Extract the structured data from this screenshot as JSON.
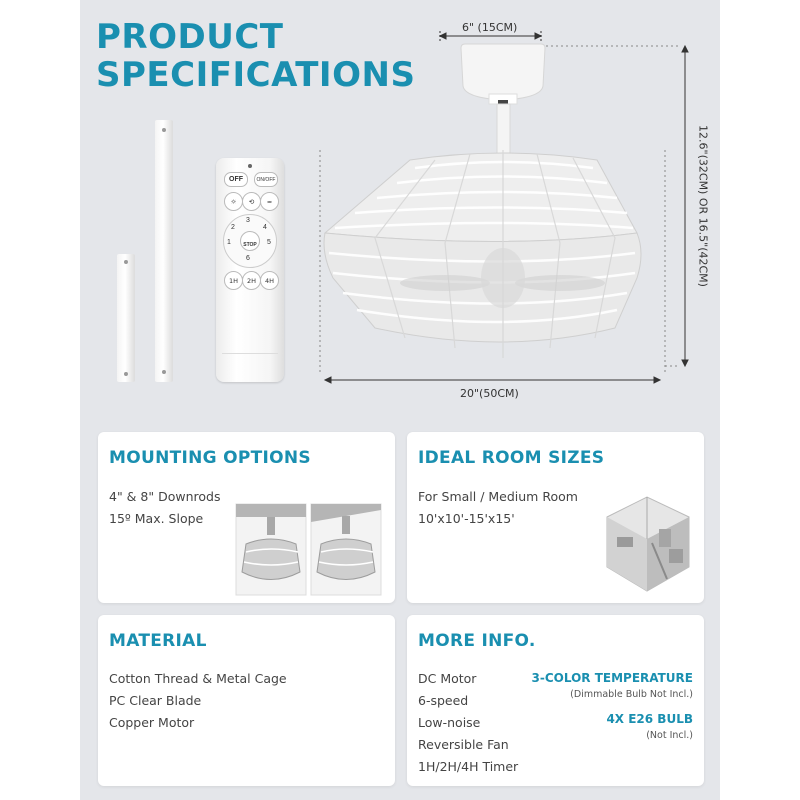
{
  "header": {
    "title_line1": "PRODUCT",
    "title_line2": "SPECIFICATIONS"
  },
  "dimensions": {
    "top_width": "6\" (15CM)",
    "height": "12.6\"(32CM) OR 16.5\"(42CM)",
    "bottom_width": "20\"(50CM)"
  },
  "remote": {
    "off": "OFF",
    "on": "ON/OFF",
    "stop": "STOP",
    "speeds": [
      "1",
      "2",
      "3",
      "4",
      "5",
      "6"
    ],
    "timers": [
      "1H",
      "2H",
      "4H"
    ]
  },
  "cards": {
    "mounting": {
      "title": "MOUNTING OPTIONS",
      "lines": [
        "4\" & 8\" Downrods",
        "15º Max. Slope"
      ]
    },
    "room": {
      "title": "IDEAL ROOM SIZES",
      "lines": [
        "For Small / Medium Room",
        "10'x10'-15'x15'"
      ]
    },
    "material": {
      "title": "MATERIAL",
      "lines": [
        "Cotton Thread & Metal Cage",
        "PC Clear Blade",
        "Copper Motor"
      ]
    },
    "more": {
      "title": "MORE INFO.",
      "lines": [
        "DC Motor",
        "6-speed",
        "Low-noise",
        "Reversible Fan",
        "1H/2H/4H Timer"
      ],
      "feature1": "3-COLOR TEMPERATURE",
      "note1": "(Dimmable Bulb Not Incl.)",
      "feature2": "4X E26 BULB",
      "note2": "(Not Incl.)"
    }
  },
  "colors": {
    "accent": "#1a8fb0",
    "panel": "#e4e6ea",
    "card": "#ffffff"
  }
}
